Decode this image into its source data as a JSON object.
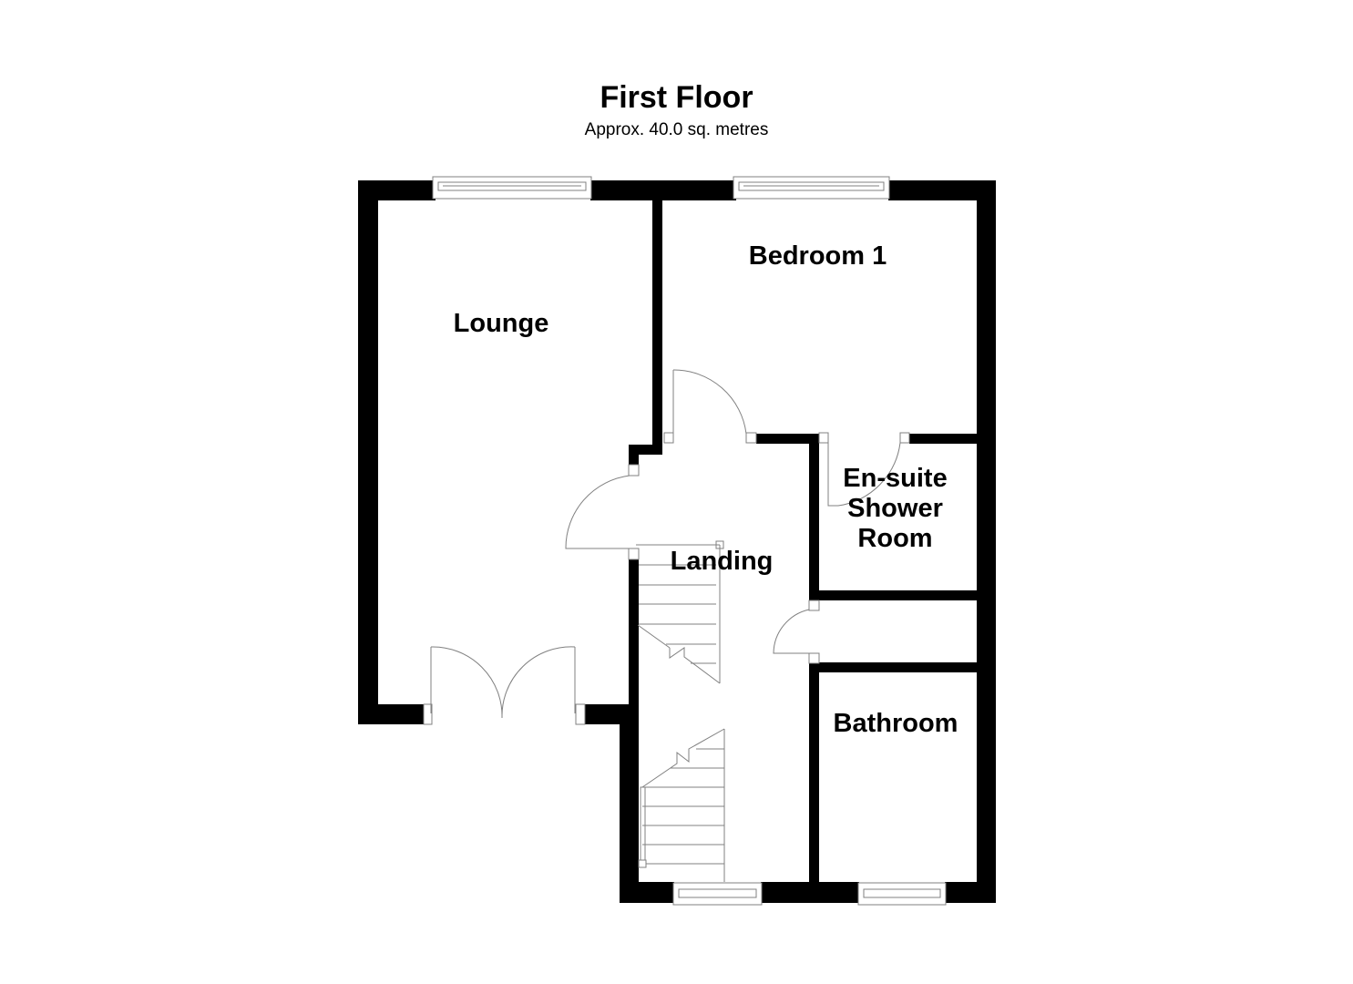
{
  "header": {
    "title": "First Floor",
    "area": "Approx. 40.0 sq. metres"
  },
  "rooms": [
    {
      "id": "lounge",
      "label": "Lounge"
    },
    {
      "id": "bedroom-1",
      "label": "Bedroom 1"
    },
    {
      "id": "ensuite",
      "label": "En-suite\nShower\nRoom"
    },
    {
      "id": "landing",
      "label": "Landing"
    },
    {
      "id": "bathroom",
      "label": "Bathroom"
    }
  ],
  "colors": {
    "wall": "#000000",
    "line": "#808080",
    "background": "#ffffff"
  }
}
